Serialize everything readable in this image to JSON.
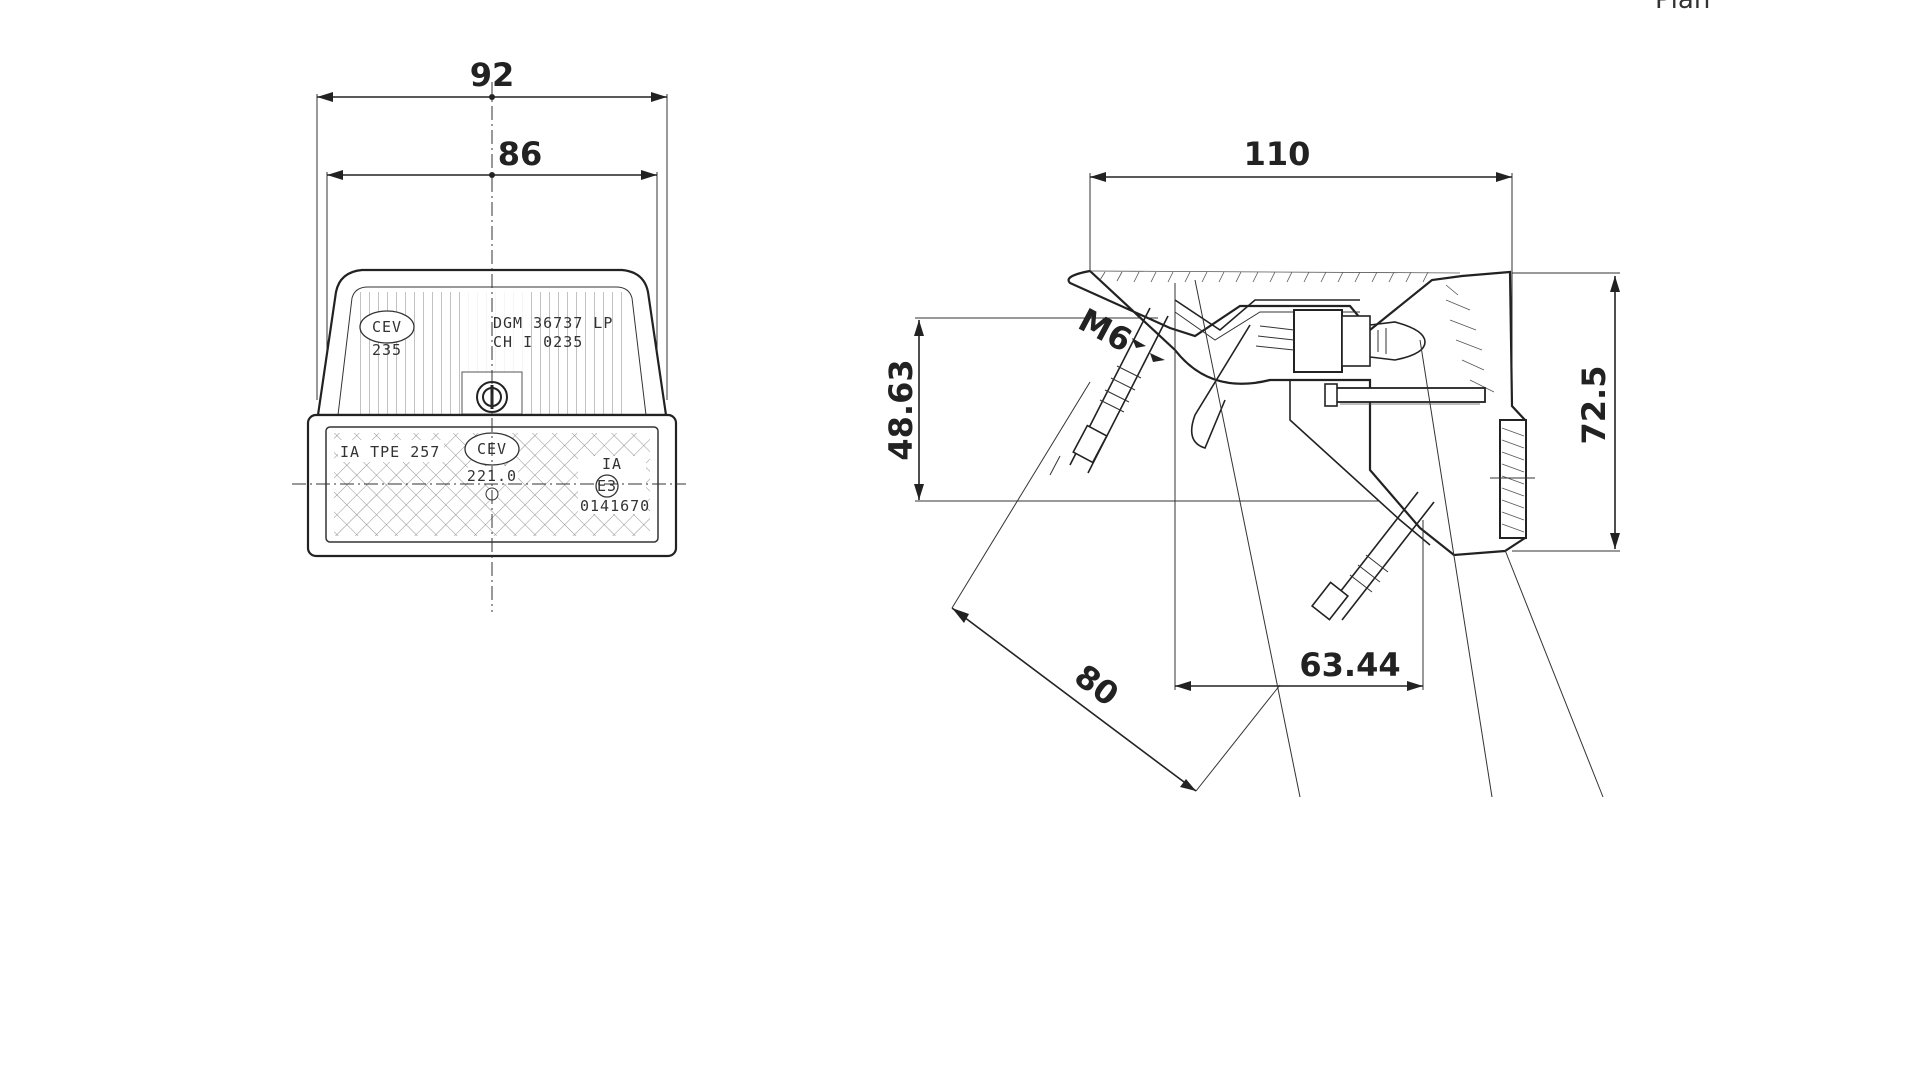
{
  "dimensions": {
    "overall_width": "92",
    "lens_width": "86",
    "side_depth": "110",
    "height": "72.5",
    "mount_offset": "48.63",
    "mount_spacing": "63.44",
    "slant_length": "80",
    "thread": "M6"
  },
  "front_markings": {
    "upper_logo": "CEV",
    "upper_logo_num": "235",
    "dgm": "DGM 36737 LP",
    "ch": "CH I 0235",
    "tpe": "IA  TPE 257",
    "lower_logo": "CEV",
    "lower_code": "221.0",
    "class": "IA",
    "e_mark": "E3",
    "approval": "0141670"
  },
  "corner_text": "Plan"
}
